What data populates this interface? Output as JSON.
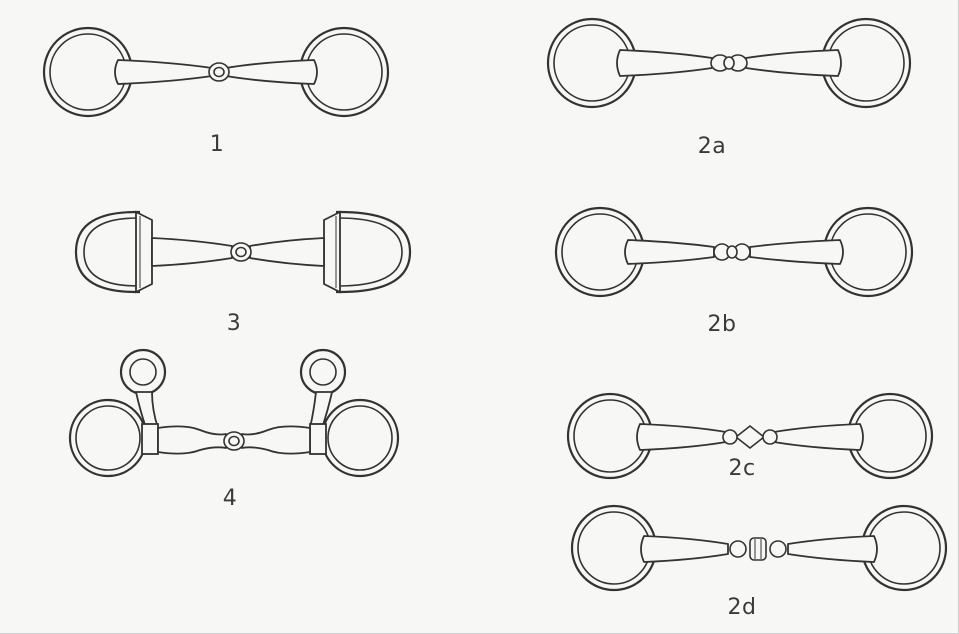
{
  "figures": [
    {
      "id": "1",
      "label": "1"
    },
    {
      "id": "2a",
      "label": "2a"
    },
    {
      "id": "3",
      "label": "3"
    },
    {
      "id": "2b",
      "label": "2b"
    },
    {
      "id": "4",
      "label": "4"
    },
    {
      "id": "2c",
      "label": "2c"
    },
    {
      "id": "2d",
      "label": "2d"
    }
  ],
  "colors": {
    "background": "#f7f7f6",
    "stroke": "#333333",
    "label": "#3a3a3a"
  }
}
